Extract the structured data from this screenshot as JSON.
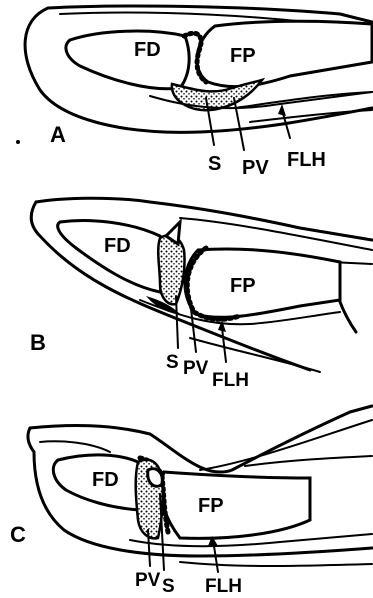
{
  "panels": [
    {
      "letter": "A",
      "labels": {
        "fd": "FD",
        "fp": "FP",
        "s": "S",
        "pv": "PV",
        "flh": "FLH"
      }
    },
    {
      "letter": "B",
      "labels": {
        "fd": "FD",
        "fp": "FP",
        "s": "S",
        "pv": "PV",
        "flh": "FLH"
      }
    },
    {
      "letter": "C",
      "labels": {
        "fd": "FD",
        "fp": "FP",
        "pv": "PV",
        "s": "S",
        "flh": "FLH"
      }
    }
  ],
  "colors": {
    "ink": "#000000",
    "paper": "#ffffff"
  }
}
